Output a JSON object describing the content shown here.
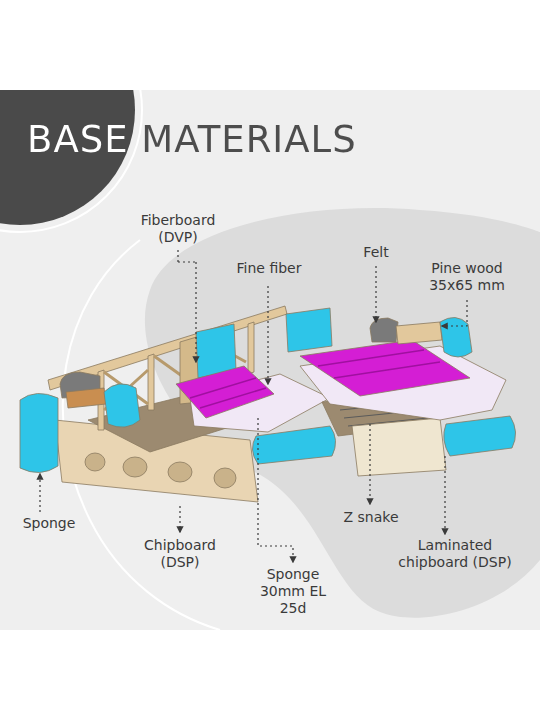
{
  "diagram": {
    "title": "BASE MATERIALS",
    "labels": [
      "Fiberboard (DVP)",
      "Fine fiber",
      "Felt",
      "Pine wood 35x65 mm",
      "Sponge",
      "Chipboard (DSP)",
      "Sponge 30mm EL 25d",
      "Z snake",
      "Laminated chipboard (DSP)"
    ]
  }
}
